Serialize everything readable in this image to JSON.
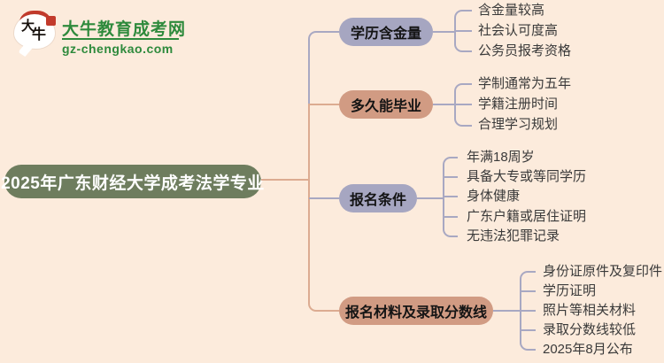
{
  "logo": {
    "icon_chars": [
      "大",
      "牛"
    ],
    "title": "大牛教育成考网",
    "url": "gz-chengkao.com",
    "green": "#2e8a3c",
    "red": "#c23a2b"
  },
  "root": {
    "label": "2025年广东财经大学成考法学专业",
    "bg": "#6e7d5e",
    "text_color": "#ffffff"
  },
  "branches": [
    {
      "label": "学历含金量",
      "bg": "#a6a6c1",
      "children": [
        "含金量较高",
        "社会认可度高",
        "公务员报考资格"
      ]
    },
    {
      "label": "多久能毕业",
      "bg": "#d19b83",
      "children": [
        "学制通常为五年",
        "学籍注册时间",
        "合理学习规划"
      ]
    },
    {
      "label": "报名条件",
      "bg": "#a6a6c1",
      "children": [
        "年满18周岁",
        "具备大专或等同学历",
        "身体健康",
        "广东户籍或居住证明",
        "无违法犯罪记录"
      ]
    },
    {
      "label": "报名材料及录取分数线",
      "bg": "#d19b83",
      "children": [
        "身份证原件及复印件",
        "学历证明",
        "照片等相关材料",
        "录取分数线较低",
        "2025年8月公布"
      ]
    }
  ],
  "colors": {
    "background": "#fcebdc",
    "line_gray": "#a8a8c2",
    "line_salmon": "#dcab91",
    "child_text": "#3a3a3a"
  }
}
